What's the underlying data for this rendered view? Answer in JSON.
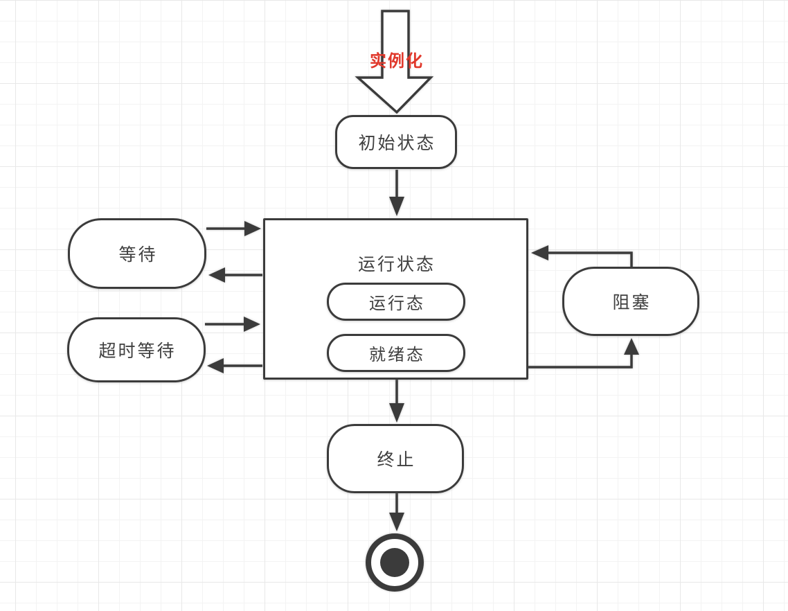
{
  "canvas": {
    "instantiation_label": "实例化",
    "nodes": {
      "initial": {
        "label": "初始状态"
      },
      "running": {
        "label": "运行状态"
      },
      "running_sub": {
        "label": "运行态"
      },
      "ready_sub": {
        "label": "就绪态"
      },
      "waiting": {
        "label": "等待"
      },
      "timed_waiting": {
        "label": "超时等待"
      },
      "blocked": {
        "label": "阻塞"
      },
      "terminated": {
        "label": "终止"
      }
    },
    "colors": {
      "stroke": "#3b3b3b",
      "text": "#3f3f3f",
      "accent_red": "#e0382b",
      "grid_minor": "#f3f3f3",
      "grid_major": "#e8e8e8",
      "canvas_bg": "#ffffff"
    }
  }
}
